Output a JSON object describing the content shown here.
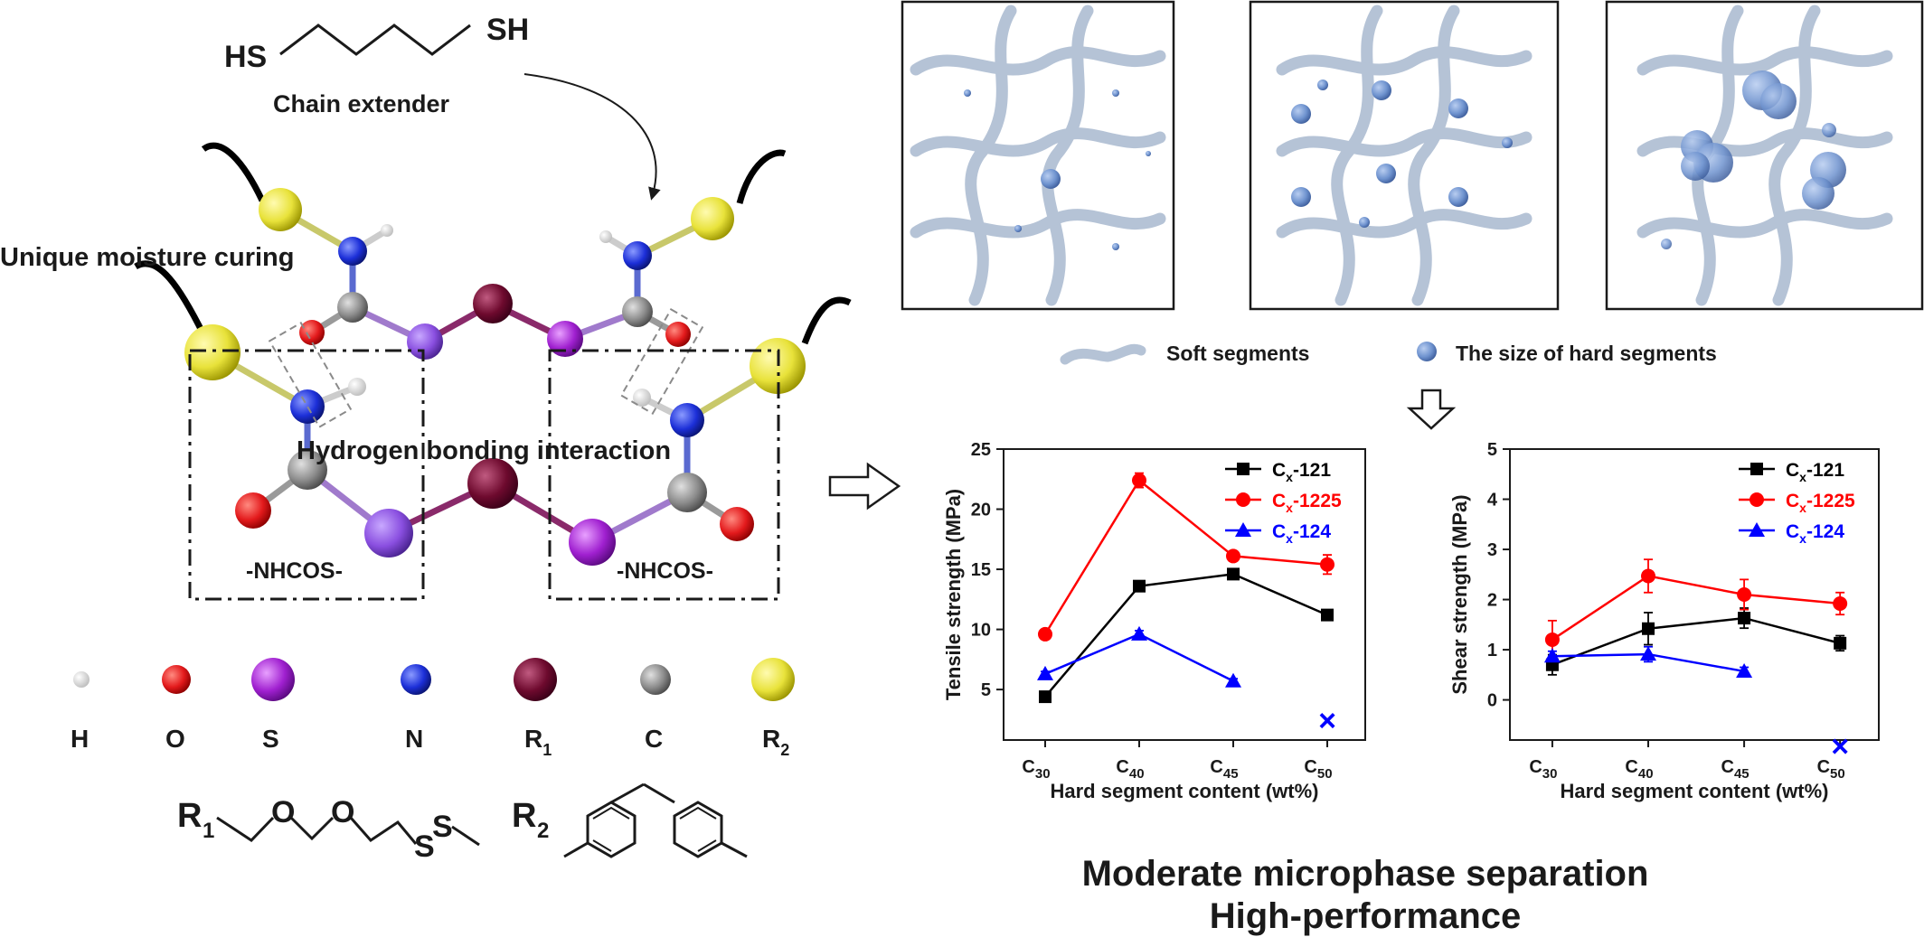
{
  "scheme": {
    "chain_extender_formula_left": "HS",
    "chain_extender_formula_right": "SH",
    "chain_extender_label": "Chain extender",
    "moisture_curing_label": "Unique moisture curing",
    "hbond_label": "Hydrogen bonding interaction",
    "group_label_left": "-NHCOS-",
    "group_label_right": "-NHCOS-"
  },
  "atom_legend": [
    {
      "symbol": "H",
      "sub": "",
      "color": "#f2f2f2"
    },
    {
      "symbol": "O",
      "sub": "",
      "color": "#e31a1c"
    },
    {
      "symbol": "S",
      "sub": "",
      "color": "#a020d0"
    },
    {
      "symbol": "N",
      "sub": "",
      "color": "#1c2fd8"
    },
    {
      "symbol": "R",
      "sub": "1",
      "color": "#6e0a2e"
    },
    {
      "symbol": "C",
      "sub": "",
      "color": "#8c8c8c"
    },
    {
      "symbol": "R",
      "sub": "2",
      "color": "#e8e23a"
    }
  ],
  "structures": {
    "r1_symbol": "R",
    "r1_sub": "1",
    "r1_o1": "O",
    "r1_o2": "O",
    "r1_s1": "S",
    "r1_s2": "S",
    "r2_symbol": "R",
    "r2_sub": "2"
  },
  "morphology_legend": {
    "soft_label": "Soft segments",
    "hard_label": "The size of hard segments"
  },
  "colors": {
    "soft_segment": "#a9b9cf",
    "soft_segment_stroke": "#7f93b0",
    "hard_segment": "#6f93cf",
    "series_121": "#000000",
    "series_1225": "#ff0000",
    "series_124": "#0000ff"
  },
  "chart_data": [
    {
      "type": "line",
      "categories": [
        "C30",
        "C40",
        "C45",
        "C50"
      ],
      "category_labels": [
        {
          "main": "C",
          "sub": "30"
        },
        {
          "main": "C",
          "sub": "40"
        },
        {
          "main": "C",
          "sub": "45"
        },
        {
          "main": "C",
          "sub": "50"
        }
      ],
      "xlabel": "Hard segment content (wt%)",
      "ylabel": "Tensile strength (MPa)",
      "ylim": [
        0.8,
        25
      ],
      "yticks": [
        5,
        10,
        15,
        20,
        25
      ],
      "legend_position": "top-right",
      "series": [
        {
          "name": "Cx-121",
          "name_main": "C",
          "name_sub": "x",
          "name_rest": "-121",
          "marker": "square",
          "color": "#000000",
          "values": [
            4.4,
            13.6,
            14.6,
            11.2
          ],
          "errors": [
            0.3,
            0.4,
            0.4,
            0.4
          ]
        },
        {
          "name": "Cx-1225",
          "name_main": "C",
          "name_sub": "x",
          "name_rest": "-1225",
          "marker": "circle",
          "color": "#ff0000",
          "values": [
            9.6,
            22.4,
            16.1,
            15.4
          ],
          "errors": [
            0.3,
            0.6,
            0.4,
            0.8
          ]
        },
        {
          "name": "Cx-124",
          "name_main": "C",
          "name_sub": "x",
          "name_rest": "-124",
          "marker": "triangle",
          "color": "#0000ff",
          "values": [
            6.3,
            9.6,
            5.7,
            null
          ],
          "errors": [
            0.2,
            0.3,
            0.2,
            null
          ]
        }
      ],
      "failure_marker": {
        "category": "C50",
        "value": 2.3,
        "symbol": "×",
        "color": "#0000ff"
      }
    },
    {
      "type": "line",
      "categories": [
        "C30",
        "C40",
        "C45",
        "C50"
      ],
      "category_labels": [
        {
          "main": "C",
          "sub": "30"
        },
        {
          "main": "C",
          "sub": "40"
        },
        {
          "main": "C",
          "sub": "45"
        },
        {
          "main": "C",
          "sub": "50"
        }
      ],
      "xlabel": "Hard segment content (wt%)",
      "ylabel": "Shear strength (MPa)",
      "ylim": [
        -0.8,
        5
      ],
      "yticks": [
        0,
        1,
        2,
        3,
        4,
        5
      ],
      "legend_position": "top-right",
      "series": [
        {
          "name": "Cx-121",
          "name_main": "C",
          "name_sub": "x",
          "name_rest": "-121",
          "marker": "square",
          "color": "#000000",
          "values": [
            0.7,
            1.42,
            1.63,
            1.13
          ],
          "errors": [
            0.2,
            0.32,
            0.2,
            0.15
          ]
        },
        {
          "name": "Cx-1225",
          "name_main": "C",
          "name_sub": "x",
          "name_rest": "-1225",
          "marker": "circle",
          "color": "#ff0000",
          "values": [
            1.2,
            2.47,
            2.1,
            1.92
          ],
          "errors": [
            0.38,
            0.33,
            0.3,
            0.22
          ]
        },
        {
          "name": "Cx-124",
          "name_main": "C",
          "name_sub": "x",
          "name_rest": "-124",
          "marker": "triangle",
          "color": "#0000ff",
          "values": [
            0.87,
            0.91,
            0.57,
            null
          ],
          "errors": [
            0.1,
            0.15,
            0.08,
            null
          ]
        }
      ],
      "failure_marker": {
        "category": "C50",
        "value": -0.95,
        "symbol": "×",
        "color": "#0000ff"
      }
    }
  ],
  "conclusion": {
    "line1": "Moderate microphase separation",
    "line2": "High-performance"
  }
}
